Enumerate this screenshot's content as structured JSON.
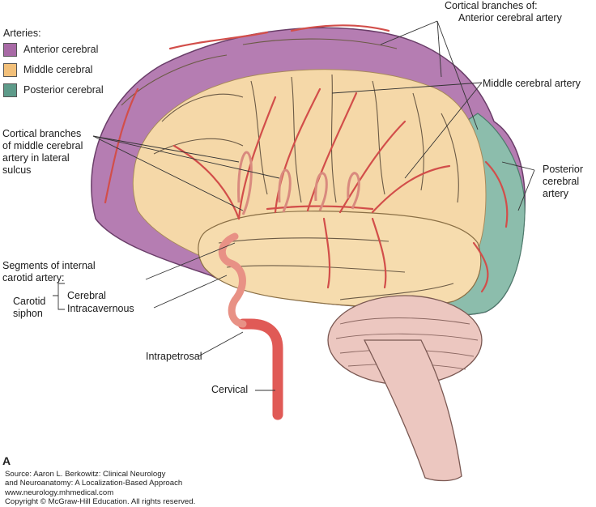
{
  "legend": {
    "title": "Arteries:",
    "items": [
      {
        "label": "Anterior cerebral",
        "color": "#a86aa6"
      },
      {
        "label": "Middle cerebral",
        "color": "#f2c07a"
      },
      {
        "label": "Posterior cerebral",
        "color": "#5e9b8a"
      }
    ]
  },
  "labels": {
    "cortical_anterior_l1": "Cortical branches of:",
    "cortical_anterior_l2": "Anterior cerebral artery",
    "middle_cerebral_artery": "Middle cerebral artery",
    "posterior_cerebral_artery": "Posterior\ncerebral\nartery",
    "cortical_middle": "Cortical branches\nof middle cerebral\nartery in lateral\nsulcus",
    "segments": "Segments of internal\ncarotid artery:",
    "carotid_siphon": "Carotid\nsiphon",
    "cerebral": "Cerebral",
    "intracavernous": "Intracavernous",
    "intrapetrosal": "Intrapetrosal",
    "cervical": "Cervical"
  },
  "figure_letter": "A",
  "source_lines": [
    "Source: Aaron L. Berkowitz: Clinical Neurology",
    "and Neuroanatomy: A Localization-Based Approach",
    "www.neurology.mhmedical.com",
    "Copyright © McGraw-Hill Education. All rights reserved."
  ],
  "colors": {
    "anterior": "#b87bb5",
    "middle": "#f5d7a6",
    "posterior": "#8dbfae",
    "artery": "#d9534f",
    "cerebellum": "#ecc7c0"
  }
}
